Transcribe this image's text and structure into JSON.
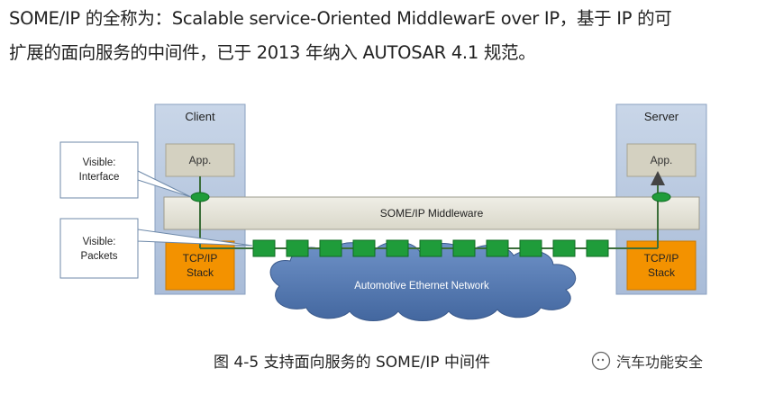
{
  "intro": {
    "line1": "SOME/IP 的全称为：Scalable service-Oriented MiddlewarE over IP，基于 IP 的可",
    "line2": "扩展的面向服务的中间件，已于 2013 年纳入 AUTOSAR 4.1 规范。"
  },
  "diagram": {
    "client_label": "Client",
    "server_label": "Server",
    "client_app": "App.",
    "server_app": "App.",
    "middleware_label": "SOME/IP Middleware",
    "client_stack": [
      "TCP/IP",
      "Stack"
    ],
    "server_stack": [
      "TCP/IP",
      "Stack"
    ],
    "network_label": "Automotive Ethernet Network",
    "callout_interface": [
      "Visible:",
      "Interface"
    ],
    "callout_packets": [
      "Visible:",
      "Packets"
    ],
    "colors": {
      "node_bg": "#b8c9e0",
      "app_bg": "#d4d1c1",
      "middleware_bg": "#e6e4d8",
      "stack_bg": "#f39200",
      "packet": "#1f9c3a",
      "cloud": "#5a7fb8"
    }
  },
  "caption": "图  4-5  支持面向服务的 SOME/IP 中间件",
  "watermark": "汽车功能安全"
}
